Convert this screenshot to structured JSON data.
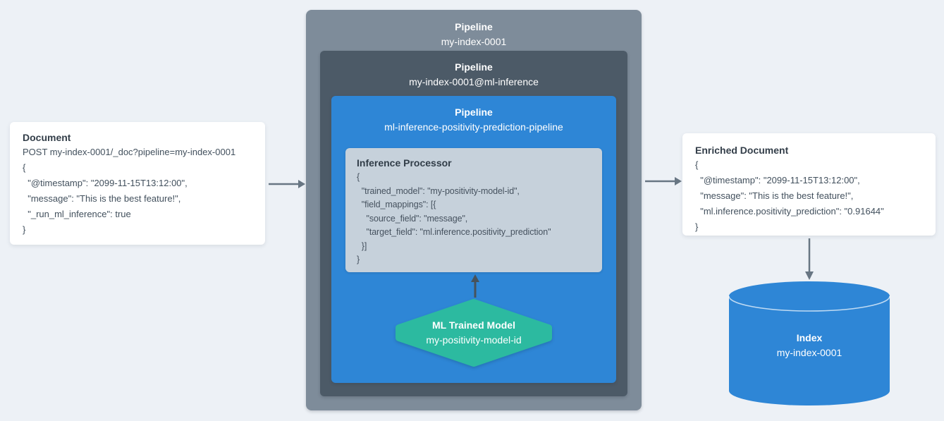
{
  "colors": {
    "background": "#edf1f6",
    "pipeline_outer_bg": "#7e8c9a",
    "pipeline_mid_bg": "#4c5a67",
    "pipeline_inner_bg": "#2e86d6",
    "processor_bg": "#c6d1db",
    "model_hexagon": "#2cbaa0",
    "index_cylinder": "#2e86d6",
    "arrow": "#68commonly7683"
  },
  "doc_card": {
    "title": "Document",
    "code_lines": [
      "POST my-index-0001/_doc?pipeline=my-index-0001",
      "{",
      "  \"@timestamp\": \"2099-11-15T13:12:00\",",
      "  \"message\": \"This is the best feature!\",",
      "  \"_run_ml_inference\": true",
      "}"
    ]
  },
  "pipeline_outer": {
    "title": "Pipeline",
    "name": "my-index-0001"
  },
  "pipeline_mid": {
    "title": "Pipeline",
    "name": "my-index-0001@ml-inference"
  },
  "pipeline_inner": {
    "title": "Pipeline",
    "name": "ml-inference-positivity-prediction-pipeline"
  },
  "inference_processor": {
    "title": "Inference Processor",
    "code_lines": [
      "{",
      "  \"trained_model\": \"my-positivity-model-id\",",
      "  \"field_mappings\": [{",
      "    \"source_field\": \"message\",",
      "    \"target_field\": \"ml.inference.positivity_prediction\"",
      "  }]",
      "}"
    ]
  },
  "ml_model": {
    "title": "ML Trained Model",
    "name": "my-positivity-model-id"
  },
  "enriched_card": {
    "title": "Enriched Document",
    "code_lines": [
      "{",
      "  \"@timestamp\": \"2099-11-15T13:12:00\",",
      "  \"message\": \"This is the best feature!\",",
      "  \"ml.inference.positivity_prediction\": \"0.91644\"",
      "}"
    ]
  },
  "index": {
    "title": "Index",
    "name": "my-index-0001"
  }
}
